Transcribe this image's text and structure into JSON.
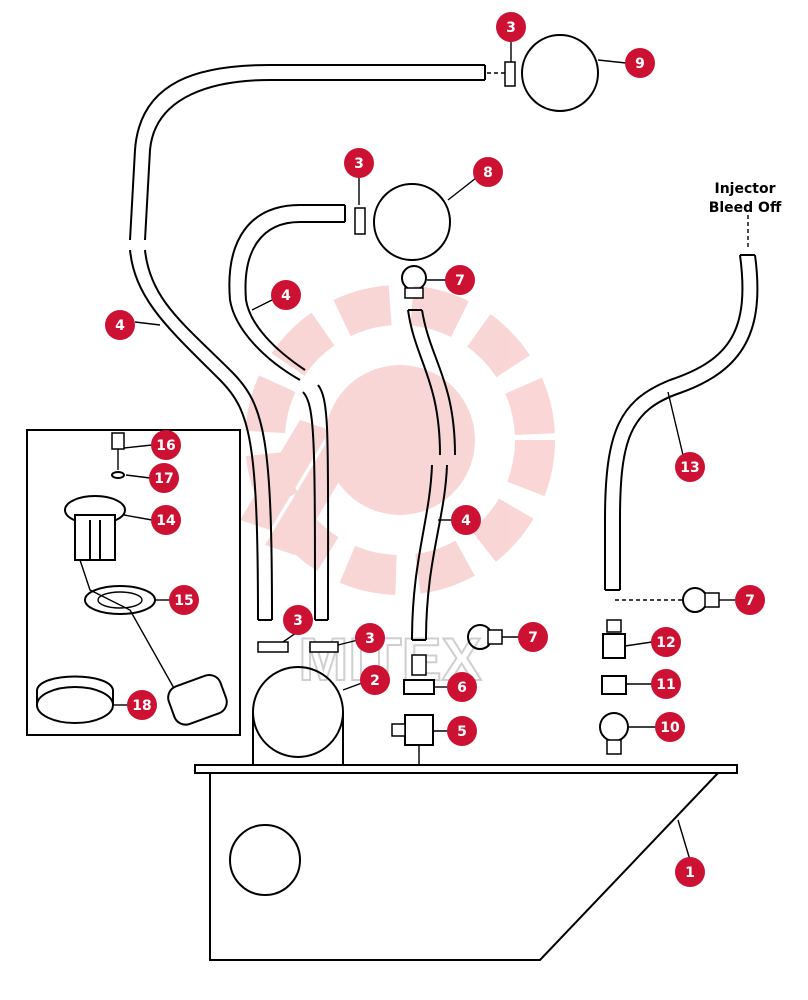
{
  "annotation": {
    "injector_line1": "Injector",
    "injector_line2": "Bleed Off"
  },
  "watermark": "MITEX",
  "colors": {
    "callout": "#cc1133",
    "watermark": "#f5b5b5",
    "ink": "#000000"
  },
  "callouts": [
    {
      "id": "c3-top",
      "text": "3"
    },
    {
      "id": "c9",
      "text": "9"
    },
    {
      "id": "c3-mid",
      "text": "3"
    },
    {
      "id": "c8",
      "text": "8"
    },
    {
      "id": "c7-a",
      "text": "7"
    },
    {
      "id": "c4-a",
      "text": "4"
    },
    {
      "id": "c4-b",
      "text": "4"
    },
    {
      "id": "c4-c",
      "text": "4"
    },
    {
      "id": "c13",
      "text": "13"
    },
    {
      "id": "c16",
      "text": "16"
    },
    {
      "id": "c17",
      "text": "17"
    },
    {
      "id": "c14",
      "text": "14"
    },
    {
      "id": "c15",
      "text": "15"
    },
    {
      "id": "c18",
      "text": "18"
    },
    {
      "id": "c3-l",
      "text": "3"
    },
    {
      "id": "c3-r",
      "text": "3"
    },
    {
      "id": "c2",
      "text": "2"
    },
    {
      "id": "c7-b",
      "text": "7"
    },
    {
      "id": "c6",
      "text": "6"
    },
    {
      "id": "c5",
      "text": "5"
    },
    {
      "id": "c7-c",
      "text": "7"
    },
    {
      "id": "c12",
      "text": "12"
    },
    {
      "id": "c11",
      "text": "11"
    },
    {
      "id": "c10",
      "text": "10"
    },
    {
      "id": "c1",
      "text": "1"
    }
  ]
}
